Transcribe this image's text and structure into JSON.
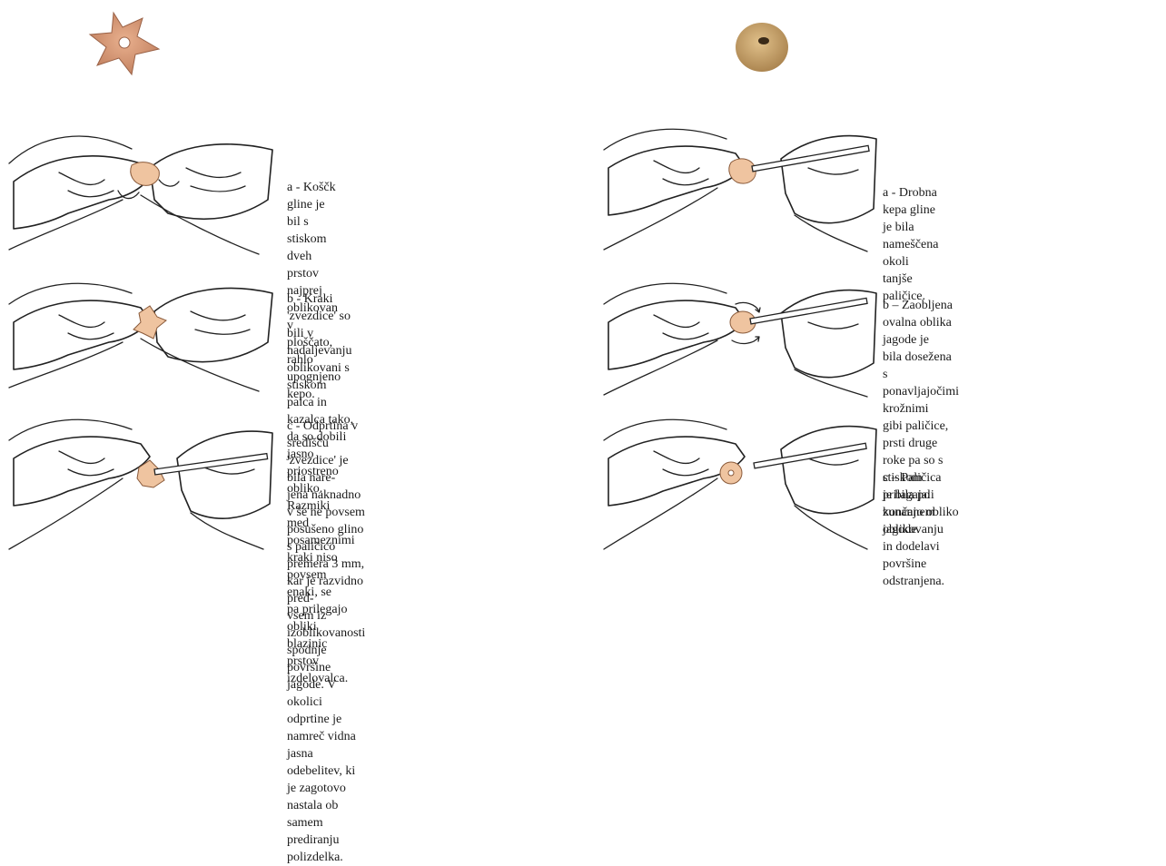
{
  "left_column": {
    "artifact_photo": "star-shaped clay bead",
    "steps": [
      {
        "text": "a - Koščk gline je bil s stiskom dveh prstov\nnajprej oblikovan v ploščato, rahlo upognjeno\nkepo."
      },
      {
        "text": "b - Kraki 'zvezdice' so bili v nadaljevanju\noblikovani s stiskom palca in kazalca tako,\nda so dobili jasno priostreno obliko. Razmiki\nmed posameznimi kraki niso povsem enaki, se\npa prilegajo obliki blazinic prstov izdelovalca."
      },
      {
        "text": "c - Odprtina v središču 'zvezdice' je bila nare-\njena naknadno v še ne povsem posušeno glino\ns paličico premera 3 mm, kar je razvidno pred-\nvsem iz izoblikovanosti spodnje površine\njagode. V okolici odprtine je namreč vidna\njasna odebelitev, ki je zagotovo nastala ob\nsamem prediranju polizdelka."
      }
    ]
  },
  "right_column": {
    "artifact_photo": "round clay bead",
    "steps": [
      {
        "text": "a - Drobna kepa gline je bila nameščena\nokoli tanjše paličice."
      },
      {
        "text": "b – Zaobljena ovalna oblika jagode je\nbila dosežena s ponavljajočimi krožnimi\ngibi paličice, prsti druge roke pa so s\nstiskom prilagajali zunanjo obliko\n jagode."
      },
      {
        "text": "c – Paličica je bila po končanem\noblikovanju in dodelavi površine\nodstranjena."
      }
    ]
  },
  "colors": {
    "clay": "#efc4a0",
    "bead_photo": "#c9a46e",
    "star_photo": "#d89a78"
  }
}
